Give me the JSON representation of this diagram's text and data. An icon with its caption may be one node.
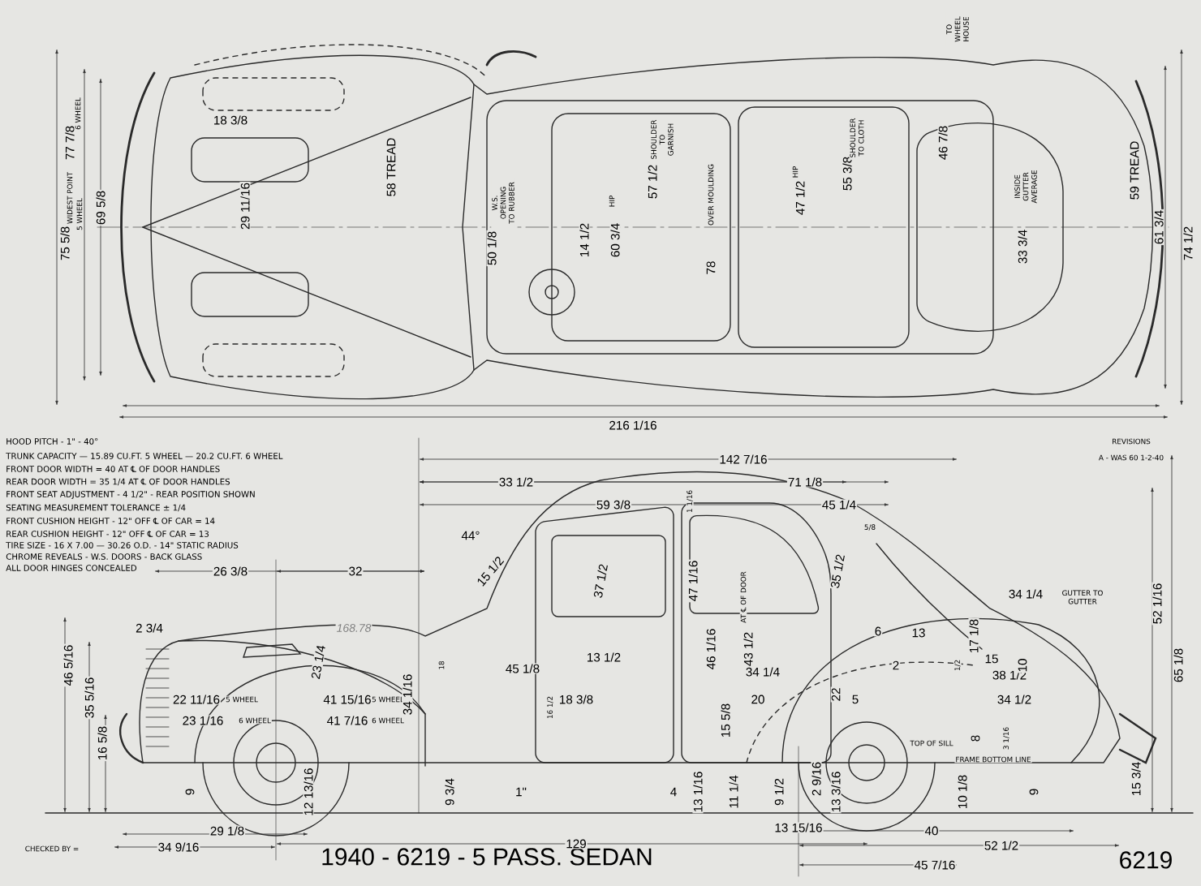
{
  "diagram": {
    "title": "1940 - 6219 - 5 PASS. SEDAN",
    "labels": [
      "75 5/8",
      "WIDEST POINT",
      "5 WHEEL",
      "77 7/8",
      "6 WHEEL",
      "69 5/8",
      "18 3/8",
      "29 11/16",
      "58 TREAD",
      "50 1/8",
      "W.S. OPENING TO RUBBER",
      "14 1/2",
      "HIP",
      "60 3/4",
      "57 1/2",
      "SHOULDER TO GARNISH",
      "78",
      "OVER MOULDING",
      "47 1/2",
      "HIP",
      "55 3/8",
      "SHOULDER TO CLOTH",
      "46 7/8",
      "TO WHEEL HOUSE",
      "INSIDE GUTTER AVERAGE",
      "33 3/4",
      "59 TREAD",
      "61 3/4",
      "74 1/2",
      "216 1/16",
      "REVISIONS",
      "A - WAS 60   1-2-40",
      "HOOD PITCH - 1\" - 40°",
      "TRUNK CAPACITY — 15.89 CU.FT. 5 WHEEL — 20.2 CU.FT. 6 WHEEL",
      "FRONT DOOR WIDTH = 40 AT ℄ OF DOOR HANDLES",
      "REAR DOOR WIDTH = 35 1/4 AT ℄ OF DOOR HANDLES",
      "FRONT SEAT ADJUSTMENT - 4 1/2\" - REAR POSITION SHOWN",
      "SEATING MEASUREMENT TOLERANCE ± 1/4",
      "FRONT CUSHION HEIGHT - 12\" OFF ℄ OF CAR = 14",
      "REAR CUSHION HEIGHT - 12\" OFF ℄ OF CAR = 13",
      "TIRE SIZE - 16 X 7.00 — 30.26 O.D. - 14\" STATIC RADIUS",
      "CHROME REVEALS - W.S. DOORS - BACK GLASS",
      "ALL DOOR HINGES CONCEALED",
      "142 7/16",
      "33 1/2",
      "71 1/8",
      "59 3/8",
      "1 1/16",
      "45 1/4",
      "44°",
      "5/8",
      "26 3/8",
      "32",
      "15 1/2",
      "37 1/2",
      "47 1/16",
      "AT ℄ OF DOOR",
      "35 1/2",
      "34 1/4",
      "GUTTER TO GUTTER",
      "52 1/16",
      "2 3/4",
      "168.78",
      "6",
      "13",
      "17 1/8",
      "46 5/16",
      "23 1/4",
      "18",
      "45 1/8",
      "13 1/2",
      "46 1/16",
      "43 1/2",
      "34 1/4",
      "2",
      "1/2",
      "15",
      "38 1/2",
      "10",
      "65 1/8",
      "35 5/16",
      "22 11/16",
      "5 WHEEL",
      "41 15/16",
      "5 WHEEL",
      "34 1/16",
      "16 1/2",
      "18 3/8",
      "20",
      "22",
      "5",
      "34 1/2",
      "23 1/16",
      "6 WHEEL",
      "41 7/16",
      "6 WHEEL",
      "15 5/8",
      "16 5/8",
      "TOP OF SILL",
      "8",
      "3 1/16",
      "FRAME BOTTOM LINE",
      "9",
      "12 13/16",
      "9 3/4",
      "1\"",
      "4",
      "13 1/16",
      "11 1/4",
      "9 1/2",
      "2 9/16",
      "13 3/16",
      "10 1/8",
      "9",
      "15 3/4",
      "29 1/8",
      "13 15/16",
      "40",
      "CHECKED BY =",
      "34 9/16",
      "129",
      "52 1/2",
      "6219",
      "45 7/16"
    ]
  }
}
